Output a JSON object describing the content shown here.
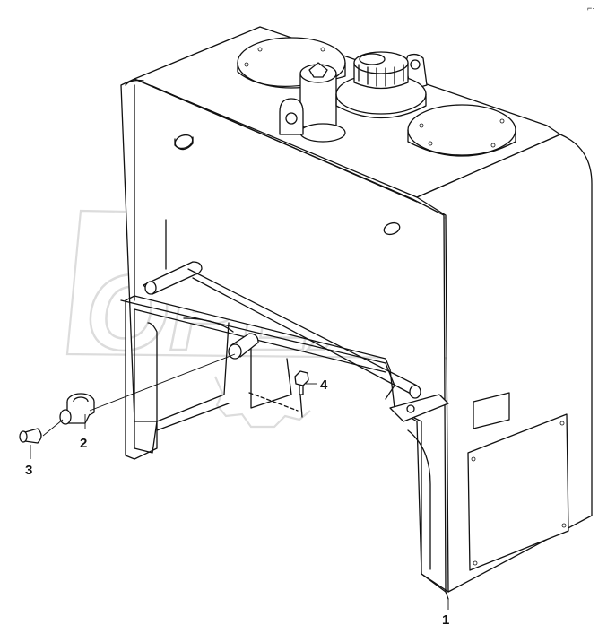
{
  "callouts": [
    {
      "id": "1",
      "label": "1"
    },
    {
      "id": "2",
      "label": "2"
    },
    {
      "id": "3",
      "label": "3"
    },
    {
      "id": "4",
      "label": "4"
    }
  ],
  "watermark_text": "OPEX",
  "corner_mark": "⌐·"
}
